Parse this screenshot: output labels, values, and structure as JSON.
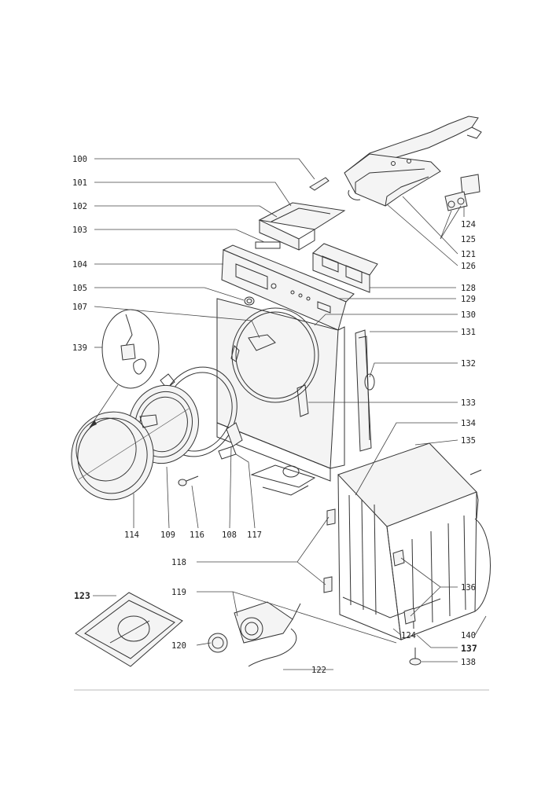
{
  "diagram": {
    "labels": {
      "l100": "100",
      "l101": "101",
      "l102": "102",
      "l103": "103",
      "l104": "104",
      "l105": "105",
      "l107": "107",
      "l139": "139",
      "l114": "114",
      "l109": "109",
      "l116": "116",
      "l108": "108",
      "l117": "117",
      "l118": "118",
      "l119": "119",
      "l120": "120",
      "l122": "122",
      "l123": "123",
      "l124a": "124",
      "l125": "125",
      "l121": "121",
      "l126": "126",
      "l128": "128",
      "l129": "129",
      "l130": "130",
      "l131": "131",
      "l132": "132",
      "l133": "133",
      "l134": "134",
      "l135": "135",
      "l136": "136",
      "l124b": "124",
      "l140": "140",
      "l137": "137",
      "l138": "138"
    }
  }
}
